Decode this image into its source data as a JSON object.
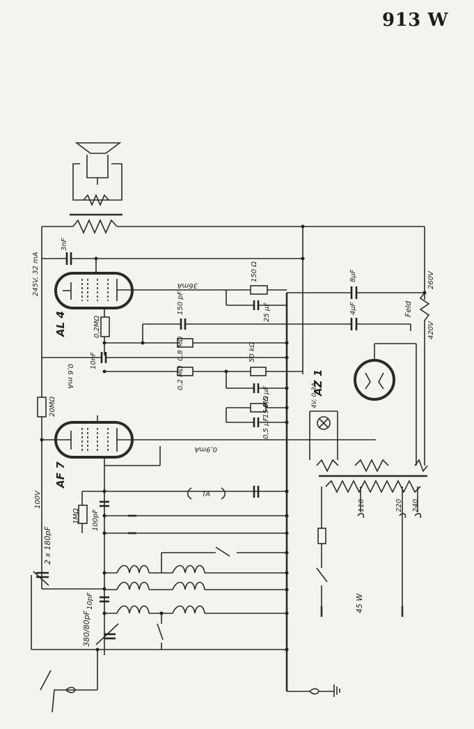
{
  "model": "913 W",
  "tubes": {
    "output": "AL 4",
    "rf": "AF 7",
    "rectifier": "AZ 1"
  },
  "labels": {
    "v245": "245V, 32 mA",
    "c3nF": "3nF",
    "i36mA": "36mA",
    "r150ohm": "150 Ω",
    "c8uF": "8μF",
    "v260": "260V",
    "c150pF": "150 pF",
    "r02M": "0,2MΩ",
    "c25uF": "25 μF",
    "c4uF": "4μF",
    "feld": "Feld",
    "v420": "420V",
    "r08M": "0,8 MΩ",
    "c10nF": "10nF",
    "r50k": "50 kΩ",
    "r02Mb": "0,2 MΩ",
    "c05uFa": "0,5 μF",
    "i06mA": "0,6 mA",
    "r20M": "20MΩ",
    "r15M": "15 MΩ",
    "c05uFb": "0,5 μF",
    "i09mA": "0,9mA",
    "lamp": "4V, 0,3A",
    "v100": "100V",
    "r1M": "1MΩ",
    "c100pF": "100pF",
    "ta": "TA",
    "c2x180": "2 x 180pF",
    "c10pF": "10pF",
    "c380": "380/80pF",
    "t110": "110",
    "t220": "220",
    "t240": "240",
    "w45": "45 W"
  }
}
